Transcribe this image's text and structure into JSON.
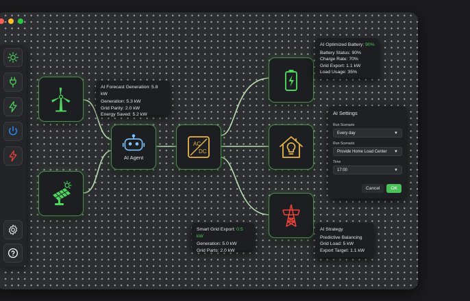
{
  "window": {
    "traffic_colors": [
      "#ff5f57",
      "#febc2e",
      "#28c840"
    ]
  },
  "sidebar": {
    "items": [
      {
        "name": "sun",
        "color": "#4fd65f"
      },
      {
        "name": "plug",
        "color": "#4fd65f"
      },
      {
        "name": "lightning",
        "color": "#4fd65f"
      },
      {
        "name": "power",
        "color": "#2a8cff"
      },
      {
        "name": "lightning-red",
        "color": "#f2433a"
      },
      {
        "name": "gear",
        "color": "#d8d8d8"
      },
      {
        "name": "help",
        "color": "#ffffff"
      }
    ]
  },
  "nodes": {
    "wind": {
      "icon": "wind-turbine",
      "color": "#4fd65f"
    },
    "solar": {
      "icon": "solar-panel",
      "color": "#4fd65f"
    },
    "ai_agent": {
      "icon": "robot",
      "label": "AI Agent",
      "color": "#7ec2ff"
    },
    "converter": {
      "icon": "ac-dc",
      "ac": "AC",
      "dc": "DC",
      "color": "#e9b54a"
    },
    "battery": {
      "icon": "battery",
      "color": "#4fd65f"
    },
    "home": {
      "icon": "house-bulb",
      "color": "#e9b54a"
    },
    "tower": {
      "icon": "power-tower",
      "color": "#f2433a"
    }
  },
  "forecast_panel": {
    "title": "AI Forecast Generation: 5.8 kW",
    "lines": [
      "Generation: 5.3 kW",
      "Grid Parity: 2.0 kW",
      "Energy Saved: 5.2 kW"
    ]
  },
  "battery_panel": {
    "title": "AI Optimized Battery:",
    "value": "90%",
    "lines": [
      "Battery Status: 90%",
      "Charge Rate: 70%",
      "Grid Export: 1.1 kW",
      "Load Usage: 35%"
    ]
  },
  "grid_panel": {
    "title": "Smart Grid Export:",
    "value": "0.5 kW",
    "lines": [
      "Generation: 5.0 kW",
      "Grid Parts: 2.0 kW"
    ]
  },
  "strategy_panel": {
    "title": "AI Strategy",
    "lines": [
      "Predictive Balancing",
      "Grid Load: 5 kW",
      "Export Target: 1.1 kW"
    ]
  },
  "settings": {
    "title": "AI Settings",
    "run_label_1": "Run Scenario",
    "run_value_1": "Every day",
    "run_label_2": "Run Scenario",
    "run_value_2": "Provide Home Load Center",
    "time_label": "Time",
    "time_value": "17:00",
    "cancel": "Cancel",
    "ok": "OK"
  },
  "colors": {
    "accent_green": "#4fd65f",
    "wire": "#bff0b4",
    "ok_button": "#4cc15b"
  }
}
